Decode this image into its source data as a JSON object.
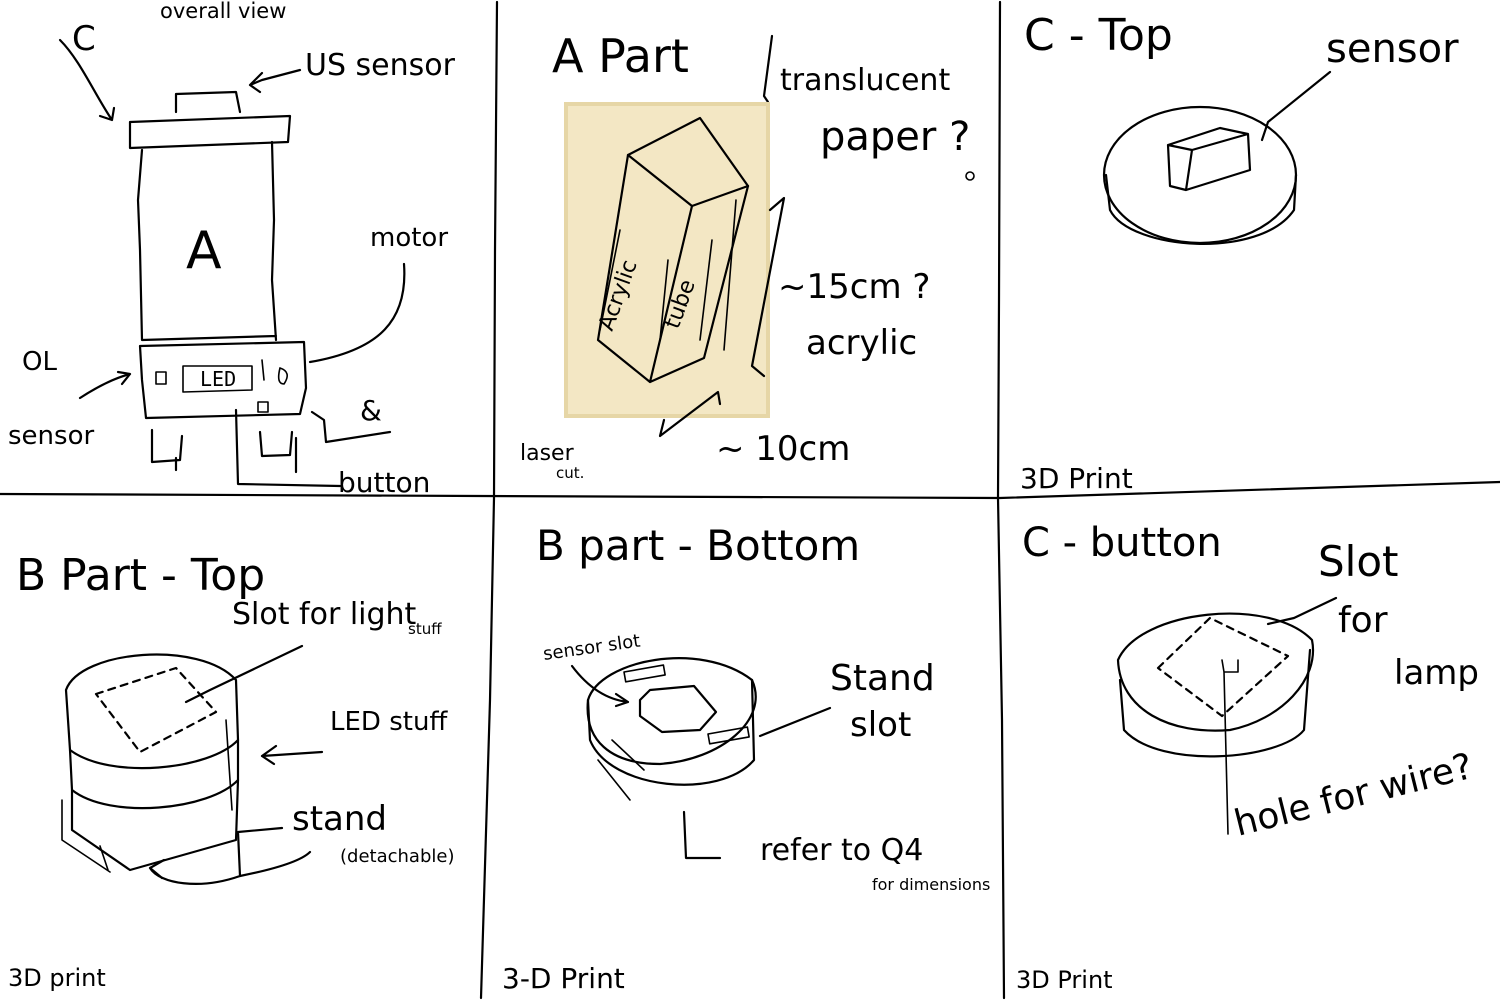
{
  "colors": {
    "ink": "#000000",
    "background": "#ffffff",
    "paper": "#f3e7c4",
    "paper_edge": "#e6d6a6"
  },
  "panels": {
    "overall": {
      "label_c": "C",
      "title": "overall view",
      "us_sensor": "US sensor",
      "part_a": "A",
      "motor": "motor",
      "ol": "OL",
      "sensor": "sensor",
      "ampersand": "&",
      "button": "button"
    },
    "a_part": {
      "title": "A Part",
      "translucent": "translucent",
      "paper": "paper ?",
      "length": "~15cm ?",
      "material": "acrylic",
      "width": "~ 10cm",
      "method": "laser",
      "method_suffix": "cut.",
      "inside_a": "Acrylic",
      "inside_b": "tube"
    },
    "c_top": {
      "title": "C - Top",
      "sensor": "sensor",
      "method": "3D Print"
    },
    "b_top": {
      "title": "B Part - Top",
      "slot": "Slot for light",
      "slot_suffix": "stuff",
      "led": "LED stuff",
      "stand": "stand",
      "stand_note": "(detachable)",
      "method": "3D print"
    },
    "b_bottom": {
      "title": "B part - Bottom",
      "sensor_slot": "sensor slot",
      "stand_slot_a": "Stand",
      "stand_slot_b": "slot",
      "refer": "refer to Q4",
      "refer_note": "for dimensions",
      "method": "3-D Print"
    },
    "c_bottom": {
      "title": "C - button",
      "slot_a": "Slot",
      "slot_b": "for",
      "slot_c": "lamp",
      "hole": "hole for wire?",
      "method": "3D Print"
    }
  }
}
